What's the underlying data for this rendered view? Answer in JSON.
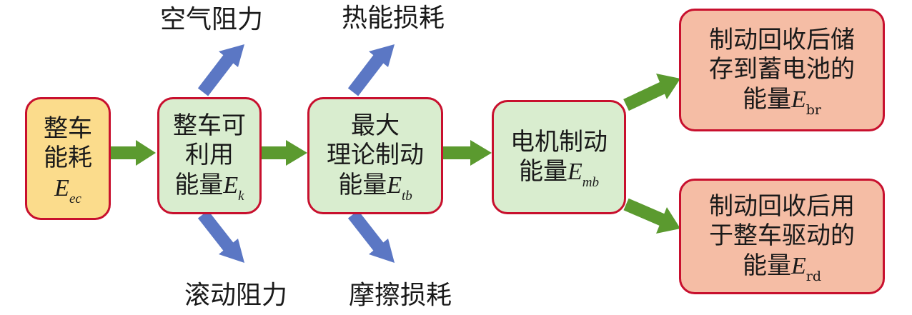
{
  "colors": {
    "yellow_fill": "#fbdc8c",
    "green_fill": "#d9edcf",
    "pink_fill": "#f5bda5",
    "border": "#c8102e",
    "green_arrow": "#5b9a2f",
    "blue_arrow": "#5b77c4"
  },
  "nodes": {
    "total": {
      "l1": "整车",
      "l2": "能耗",
      "sym": "E",
      "sub": "ec"
    },
    "usable": {
      "l1": "整车可",
      "l2": "利用",
      "l3": "能量",
      "sym": "E",
      "sub": "k"
    },
    "max": {
      "l1": "最大",
      "l2": "理论制动",
      "l3": "能量",
      "sym": "E",
      "sub": "tb"
    },
    "motor": {
      "l1": "电机制动",
      "l2": "能量",
      "sym": "E",
      "sub": "mb"
    },
    "battery": {
      "l1": "制动回收后储",
      "l2": "存到蓄电池的",
      "l3": "能量",
      "sym": "E",
      "sub": "br"
    },
    "drive": {
      "l1": "制动回收后用",
      "l2": "于整车驱动的",
      "l3": "能量",
      "sym": "E",
      "sub": "rd"
    }
  },
  "losses": {
    "air": "空气阻力",
    "rolling": "滚动阻力",
    "heat": "热能损耗",
    "friction": "摩擦损耗"
  }
}
